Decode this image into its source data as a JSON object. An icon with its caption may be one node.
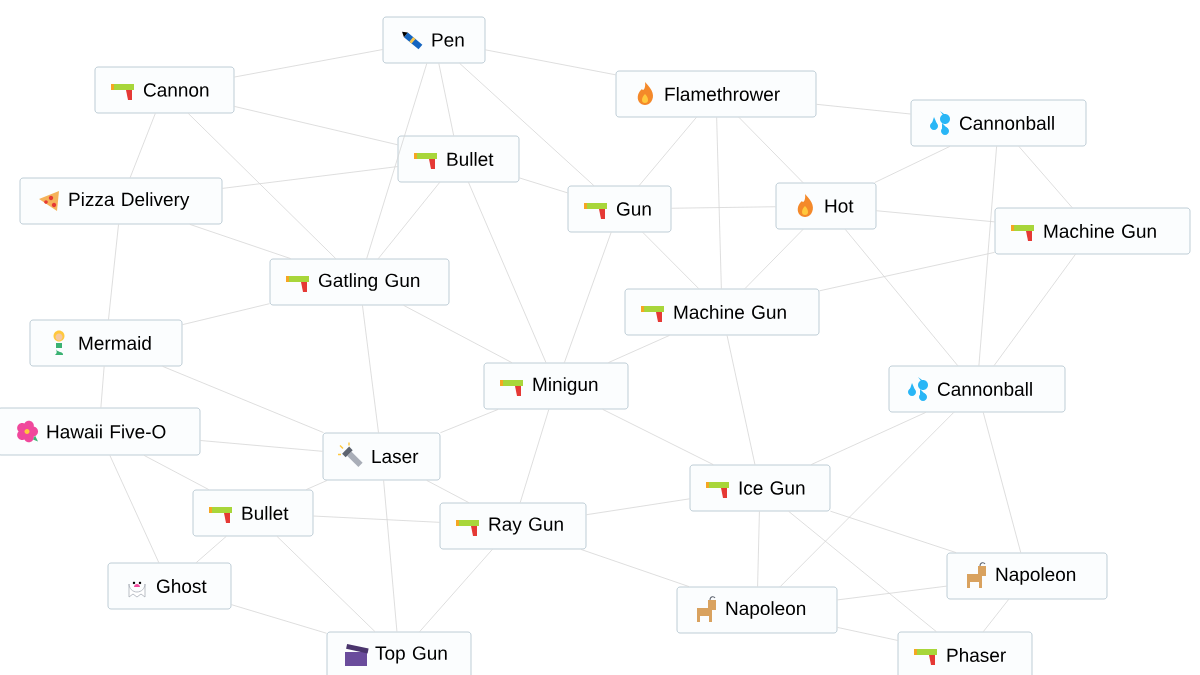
{
  "diagram": {
    "nodes": [
      {
        "text": [
          "Pen"
        ]
      },
      {
        "text": [
          "Cannon"
        ]
      },
      {
        "text": [
          "Flamethrower"
        ]
      },
      {
        "text": [
          "Cannonball"
        ]
      },
      {
        "text": [
          "Bullet"
        ]
      },
      {
        "text": [
          "Pizza Delivery"
        ]
      },
      {
        "text": [
          "Gun"
        ]
      },
      {
        "text": [
          "Hot"
        ]
      },
      {
        "text": [
          "Machine Gun"
        ]
      },
      {
        "text": [
          "Gatling Gun"
        ]
      },
      {
        "text": [
          "Machine Gun"
        ]
      },
      {
        "text": [
          "Mermaid"
        ]
      },
      {
        "text": [
          "Minigun"
        ]
      },
      {
        "text": [
          "Cannonball"
        ]
      },
      {
        "text": [
          "Hawaii Five-O"
        ]
      },
      {
        "text": [
          "Laser"
        ]
      },
      {
        "text": [
          "Ice Gun"
        ]
      },
      {
        "text": [
          "Bullet"
        ]
      },
      {
        "text": [
          "Ray Gun"
        ]
      },
      {
        "text": [
          "Ghost"
        ]
      },
      {
        "text": [
          "Napoleon"
        ]
      },
      {
        "text": [
          "Napoleon"
        ]
      },
      {
        "text": [
          "Top Gun"
        ]
      },
      {
        "text": [
          "Phaser"
        ]
      }
    ],
    "edges": [
      {
        "from": 0,
        "to": 1,
        "arrow": "none"
      },
      {
        "from": 0,
        "to": 4,
        "arrow": "none"
      },
      {
        "from": 0,
        "to": 6,
        "arrow": "none"
      },
      {
        "from": 0,
        "to": 9,
        "arrow": "none"
      },
      {
        "from": 0,
        "to": 2,
        "arrow": "none"
      },
      {
        "from": 1,
        "to": 4,
        "arrow": "none"
      },
      {
        "from": 1,
        "to": 5,
        "arrow": "none"
      },
      {
        "from": 1,
        "to": 9,
        "arrow": "none"
      },
      {
        "from": 2,
        "to": 6,
        "arrow": "none"
      },
      {
        "from": 2,
        "to": 7,
        "arrow": "none"
      },
      {
        "from": 2,
        "to": 3,
        "arrow": "none"
      },
      {
        "from": 2,
        "to": 10,
        "arrow": "none"
      },
      {
        "from": 3,
        "to": 7,
        "arrow": "none"
      },
      {
        "from": 3,
        "to": 8,
        "arrow": "none"
      },
      {
        "from": 3,
        "to": 13,
        "arrow": "none"
      },
      {
        "from": 4,
        "to": 6,
        "arrow": "none"
      },
      {
        "from": 4,
        "to": 9,
        "arrow": "none"
      },
      {
        "from": 4,
        "to": 12,
        "arrow": "none"
      },
      {
        "from": 4,
        "to": 5,
        "arrow": "none"
      },
      {
        "from": 6,
        "to": 7,
        "arrow": "none"
      },
      {
        "from": 6,
        "to": 10,
        "arrow": "none"
      },
      {
        "from": 6,
        "to": 12,
        "arrow": "none"
      },
      {
        "from": 7,
        "to": 8,
        "arrow": "none"
      },
      {
        "from": 7,
        "to": 10,
        "arrow": "none"
      },
      {
        "from": 7,
        "to": 13,
        "arrow": "none"
      },
      {
        "from": 8,
        "to": 13,
        "arrow": "none"
      },
      {
        "from": 8,
        "to": 10,
        "arrow": "none"
      },
      {
        "from": 9,
        "to": 12,
        "arrow": "none"
      },
      {
        "from": 9,
        "to": 15,
        "arrow": "none"
      },
      {
        "from": 9,
        "to": 11,
        "arrow": "none"
      },
      {
        "from": 9,
        "to": 5,
        "arrow": "none"
      },
      {
        "from": 10,
        "to": 12,
        "arrow": "none"
      },
      {
        "from": 10,
        "to": 16,
        "arrow": "none"
      },
      {
        "from": 11,
        "to": 14,
        "arrow": "none"
      },
      {
        "from": 11,
        "to": 15,
        "arrow": "none"
      },
      {
        "from": 11,
        "to": 5,
        "arrow": "none"
      },
      {
        "from": 12,
        "to": 15,
        "arrow": "none"
      },
      {
        "from": 12,
        "to": 18,
        "arrow": "none"
      },
      {
        "from": 12,
        "to": 16,
        "arrow": "none"
      },
      {
        "from": 13,
        "to": 16,
        "arrow": "none"
      },
      {
        "from": 13,
        "to": 20,
        "arrow": "none"
      },
      {
        "from": 13,
        "to": 21,
        "arrow": "none"
      },
      {
        "from": 14,
        "to": 15,
        "arrow": "none"
      },
      {
        "from": 14,
        "to": 19,
        "arrow": "none"
      },
      {
        "from": 14,
        "to": 17,
        "arrow": "none"
      },
      {
        "from": 15,
        "to": 17,
        "arrow": "none"
      },
      {
        "from": 15,
        "to": 18,
        "arrow": "none"
      },
      {
        "from": 15,
        "to": 22,
        "arrow": "none"
      },
      {
        "from": 16,
        "to": 18,
        "arrow": "none"
      },
      {
        "from": 16,
        "to": 21,
        "arrow": "none"
      },
      {
        "from": 16,
        "to": 23,
        "arrow": "none"
      },
      {
        "from": 16,
        "to": 20,
        "arrow": "none"
      },
      {
        "from": 17,
        "to": 19,
        "arrow": "none"
      },
      {
        "from": 17,
        "to": 22,
        "arrow": "none"
      },
      {
        "from": 17,
        "to": 18,
        "arrow": "none"
      },
      {
        "from": 18,
        "to": 22,
        "arrow": "none"
      },
      {
        "from": 18,
        "to": 21,
        "arrow": "none"
      },
      {
        "from": 19,
        "to": 22,
        "arrow": "none"
      },
      {
        "from": 20,
        "to": 21,
        "arrow": "none"
      },
      {
        "from": 20,
        "to": 23,
        "arrow": "none"
      },
      {
        "from": 21,
        "to": 23,
        "arrow": "none"
      }
    ]
  }
}
